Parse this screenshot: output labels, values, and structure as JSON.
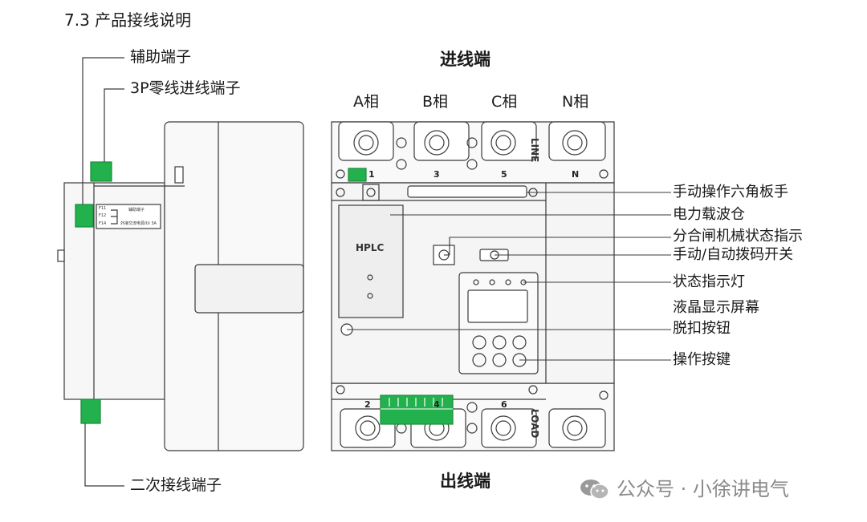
{
  "heading": "7.3 产品接线说明",
  "left_labels": {
    "aux_terminal": "辅助端子",
    "neutral_terminal": "3P零线进线端子",
    "secondary_terminal": "二次接线端子"
  },
  "top_title": "进线端",
  "bottom_title": "出线端",
  "phases": [
    "A相",
    "B相",
    "C相",
    "N相"
  ],
  "terminal_numbers_top": [
    "1",
    "3",
    "5",
    "N"
  ],
  "terminal_numbers_bottom": [
    "2",
    "4",
    "6"
  ],
  "line_mark": "LINE",
  "load_mark": "LOAD",
  "hplc_label": "HPLC",
  "side_plate": {
    "rows": [
      "F11",
      "F12",
      "F14"
    ],
    "title": "辅助端子",
    "note": "外接交流电源/Ui 3A"
  },
  "callouts": [
    "手动操作六角板手",
    "电力载波仓",
    "分合闸机械状态指示",
    "手动/自动拨码开关",
    "状态指示灯",
    "液晶显示屏幕",
    "脱扣按钮",
    "操作按键"
  ],
  "watermark": {
    "icon": "wechat-icon",
    "text": "公众号 · 小徐讲电气"
  },
  "colors": {
    "line": "#3a3a3a",
    "terminal_green": "#22b14c",
    "body_fill": "#f2f2f2",
    "watermark": "#8a8a8a"
  }
}
